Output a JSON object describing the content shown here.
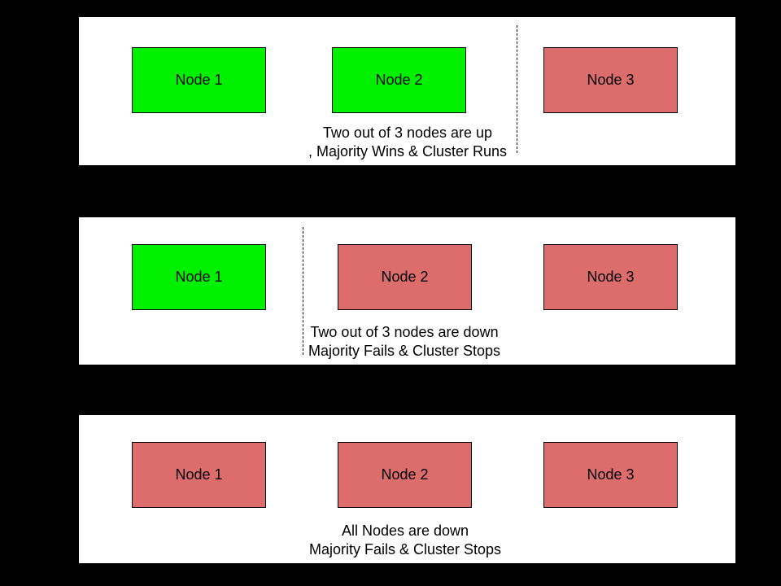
{
  "colors": {
    "background": "#000000",
    "panel_background": "#ffffff",
    "node_up": "#00f000",
    "node_down": "#dd6c6c",
    "border": "#000000"
  },
  "panels": [
    {
      "id": "two-nodes-up",
      "nodes": [
        {
          "label": "Node 1",
          "status": "up"
        },
        {
          "label": "Node 2",
          "status": "up"
        },
        {
          "label": "Node 3",
          "status": "down"
        }
      ],
      "divider": "between Node 2 and Node 3",
      "caption_line1": "Two out of 3 nodes are up",
      "caption_line2": ", Majority Wins & Cluster Runs"
    },
    {
      "id": "two-nodes-down",
      "nodes": [
        {
          "label": "Node 1",
          "status": "up"
        },
        {
          "label": "Node 2",
          "status": "down"
        },
        {
          "label": "Node 3",
          "status": "down"
        }
      ],
      "divider": "between Node 1 and Node 2",
      "caption_line1": "Two out of 3 nodes are down",
      "caption_line2": "Majority Fails & Cluster Stops"
    },
    {
      "id": "all-nodes-down",
      "nodes": [
        {
          "label": "Node 1",
          "status": "down"
        },
        {
          "label": "Node 2",
          "status": "down"
        },
        {
          "label": "Node 3",
          "status": "down"
        }
      ],
      "divider": null,
      "caption_line1": "All Nodes are down",
      "caption_line2": "Majority Fails & Cluster Stops"
    }
  ]
}
